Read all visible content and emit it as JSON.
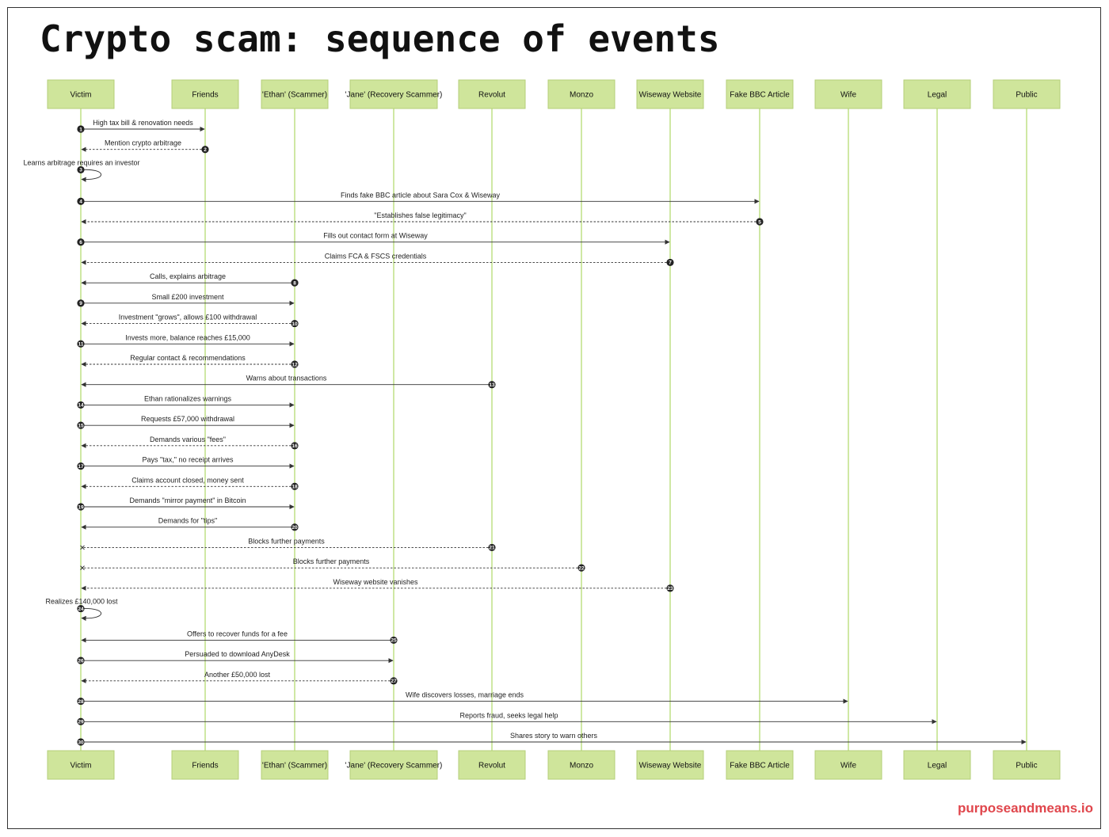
{
  "title": "Crypto scam: sequence of events",
  "brand": "purposeandmeans.io",
  "colors": {
    "participant_fill": "#cfe59b",
    "lifeline": "#9fd24a",
    "arrow": "#333333",
    "brand": "#e0464c"
  },
  "participants": [
    "Victim",
    "Friends",
    "'Ethan' (Scammer)",
    "'Jane' (Recovery Scammer)",
    "Revolut",
    "Monzo",
    "Wiseway Website",
    "Fake BBC Article",
    "Wife",
    "Legal",
    "Public"
  ],
  "messages": [
    {
      "n": 1,
      "from": 0,
      "to": 1,
      "text": "High tax bill & renovation needs",
      "style": "solid"
    },
    {
      "n": 2,
      "from": 1,
      "to": 0,
      "text": "Mention crypto arbitrage",
      "style": "dashed"
    },
    {
      "n": 3,
      "from": 0,
      "to": 0,
      "text": "Learns arbitrage requires an investor",
      "style": "self"
    },
    {
      "n": 4,
      "from": 0,
      "to": 7,
      "text": "Finds fake BBC article about Sara Cox & Wiseway",
      "style": "solid"
    },
    {
      "n": 5,
      "from": 7,
      "to": 0,
      "text": "\"Establishes false legitimacy\"",
      "style": "dashed"
    },
    {
      "n": 6,
      "from": 0,
      "to": 6,
      "text": "Fills out contact form at Wiseway",
      "style": "solid"
    },
    {
      "n": 7,
      "from": 6,
      "to": 0,
      "text": "Claims FCA & FSCS credentials",
      "style": "dashed"
    },
    {
      "n": 8,
      "from": 2,
      "to": 0,
      "text": "Calls, explains arbitrage",
      "style": "solid"
    },
    {
      "n": 9,
      "from": 0,
      "to": 2,
      "text": "Small £200 investment",
      "style": "solid"
    },
    {
      "n": 10,
      "from": 2,
      "to": 0,
      "text": "Investment \"grows\", allows £100 withdrawal",
      "style": "dashed"
    },
    {
      "n": 11,
      "from": 0,
      "to": 2,
      "text": "Invests more, balance reaches £15,000",
      "style": "solid"
    },
    {
      "n": 12,
      "from": 2,
      "to": 0,
      "text": "Regular contact & recommendations",
      "style": "dashed"
    },
    {
      "n": 13,
      "from": 4,
      "to": 0,
      "text": "Warns about transactions",
      "style": "solid"
    },
    {
      "n": 14,
      "from": 0,
      "to": 2,
      "text": "Ethan rationalizes warnings",
      "style": "solid"
    },
    {
      "n": 15,
      "from": 0,
      "to": 2,
      "text": "Requests £57,000 withdrawal",
      "style": "solid"
    },
    {
      "n": 16,
      "from": 2,
      "to": 0,
      "text": "Demands various \"fees\"",
      "style": "dashed"
    },
    {
      "n": 17,
      "from": 0,
      "to": 2,
      "text": "Pays \"tax,\" no receipt arrives",
      "style": "solid"
    },
    {
      "n": 18,
      "from": 2,
      "to": 0,
      "text": "Claims account closed, money sent",
      "style": "dashed"
    },
    {
      "n": 19,
      "from": 0,
      "to": 2,
      "text": "Demands \"mirror payment\" in Bitcoin",
      "style": "solid"
    },
    {
      "n": 20,
      "from": 2,
      "to": 0,
      "text": "Demands for \"tips\"",
      "style": "solid"
    },
    {
      "n": 21,
      "from": 4,
      "to": 0,
      "text": "Blocks further payments",
      "style": "cross"
    },
    {
      "n": 22,
      "from": 5,
      "to": 0,
      "text": "Blocks further payments",
      "style": "cross"
    },
    {
      "n": 23,
      "from": 6,
      "to": 0,
      "text": "Wiseway website vanishes",
      "style": "dashed"
    },
    {
      "n": 24,
      "from": 0,
      "to": 0,
      "text": "Realizes £140,000 lost",
      "style": "self"
    },
    {
      "n": 25,
      "from": 3,
      "to": 0,
      "text": "Offers to recover funds for a fee",
      "style": "solid"
    },
    {
      "n": 26,
      "from": 0,
      "to": 3,
      "text": "Persuaded to download AnyDesk",
      "style": "solid"
    },
    {
      "n": 27,
      "from": 3,
      "to": 0,
      "text": "Another £50,000 lost",
      "style": "dashed"
    },
    {
      "n": 28,
      "from": 0,
      "to": 8,
      "text": "Wife discovers losses, marriage ends",
      "style": "solid"
    },
    {
      "n": 29,
      "from": 0,
      "to": 9,
      "text": "Reports fraud, seeks legal help",
      "style": "solid"
    },
    {
      "n": 30,
      "from": 0,
      "to": 10,
      "text": "Shares story to warn others",
      "style": "solid"
    }
  ]
}
